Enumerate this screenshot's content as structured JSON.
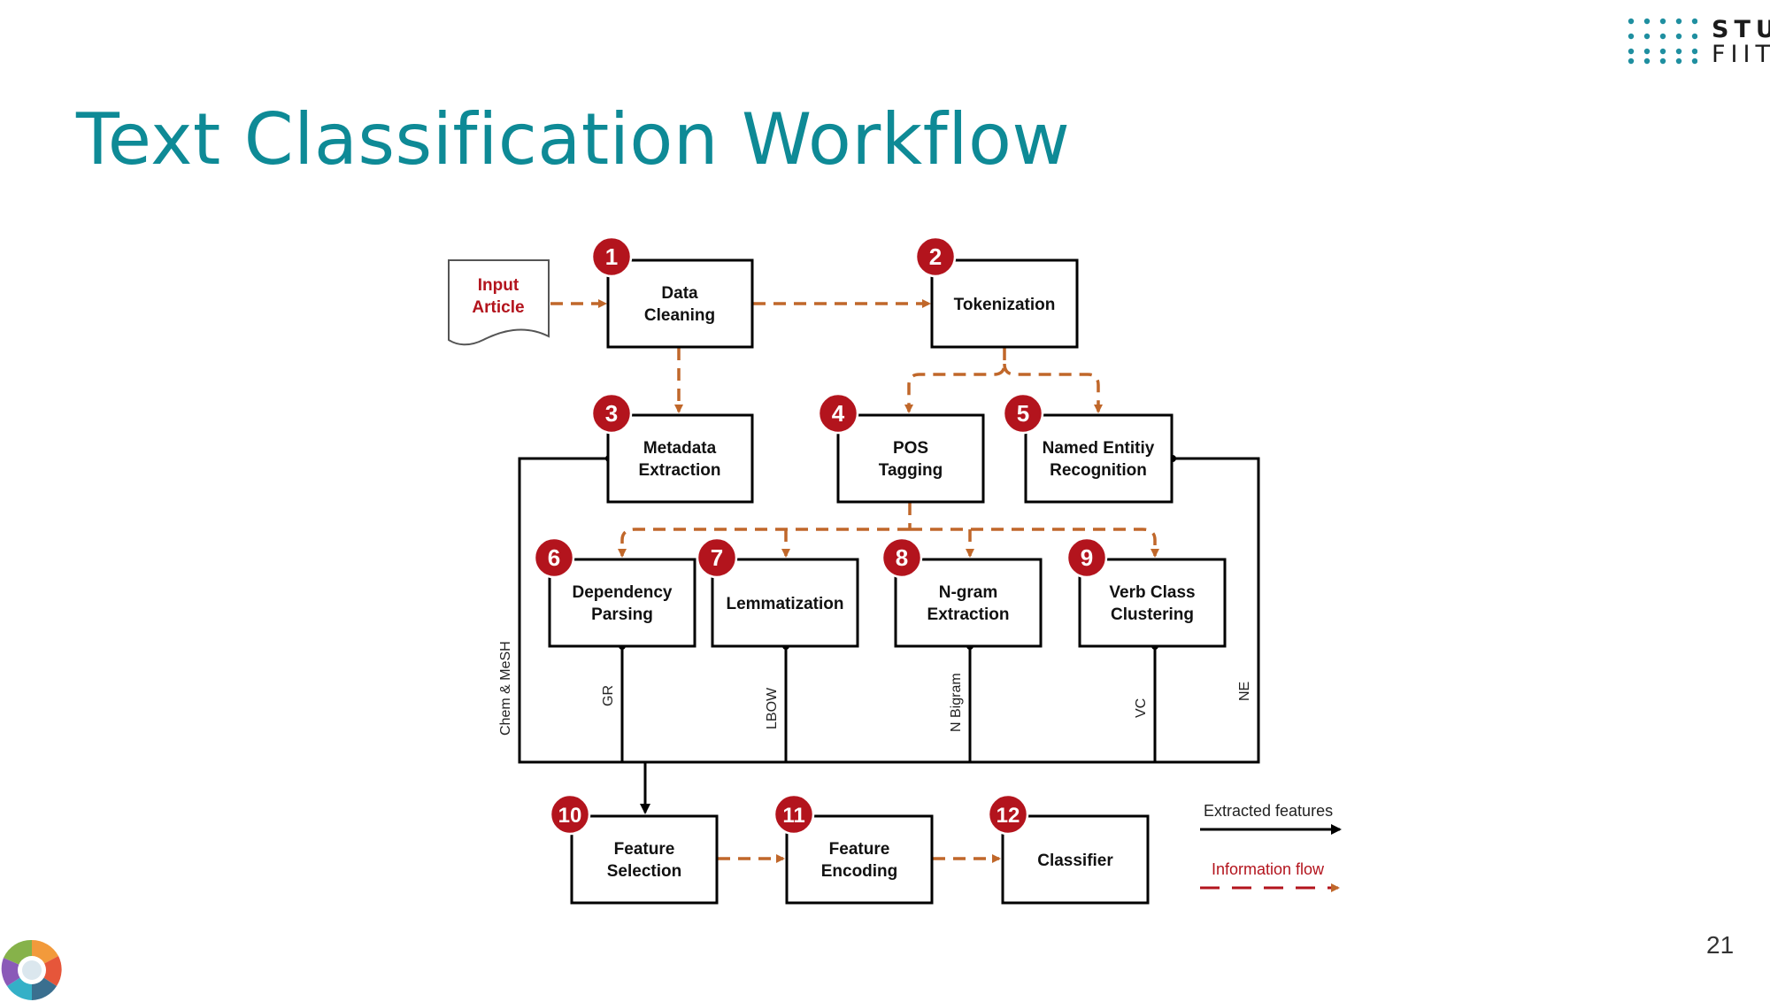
{
  "slide": {
    "title": "Text Classification Workflow",
    "page_number": "21",
    "logo": {
      "line1": "STU",
      "line2": "FIIT"
    }
  },
  "colors": {
    "title": "#0e8a96",
    "info_flow": "#c0672a",
    "badge": "#b3141d",
    "input_text": "#b3141d",
    "logo_dots": "#1f8fa0"
  },
  "diagram": {
    "input": {
      "line1": "Input",
      "line2": "Article"
    },
    "nodes": [
      {
        "num": "1",
        "line1": "Data",
        "line2": "Cleaning"
      },
      {
        "num": "2",
        "line1": "Tokenization",
        "line2": ""
      },
      {
        "num": "3",
        "line1": "Metadata",
        "line2": "Extraction"
      },
      {
        "num": "4",
        "line1": "POS",
        "line2": "Tagging"
      },
      {
        "num": "5",
        "line1": "Named Entitiy",
        "line2": "Recognition"
      },
      {
        "num": "6",
        "line1": "Dependency",
        "line2": "Parsing"
      },
      {
        "num": "7",
        "line1": "Lemmatization",
        "line2": ""
      },
      {
        "num": "8",
        "line1": "N-gram",
        "line2": "Extraction"
      },
      {
        "num": "9",
        "line1": "Verb Class",
        "line2": "Clustering"
      },
      {
        "num": "10",
        "line1": "Feature",
        "line2": "Selection"
      },
      {
        "num": "11",
        "line1": "Feature",
        "line2": "Encoding"
      },
      {
        "num": "12",
        "line1": "Classifier",
        "line2": ""
      }
    ],
    "feature_labels": [
      "Chem & MeSH",
      "GR",
      "LBOW",
      "N Bigram",
      "VC",
      "NE"
    ],
    "legend": {
      "extracted": "Extracted features",
      "information": "Information flow"
    }
  }
}
